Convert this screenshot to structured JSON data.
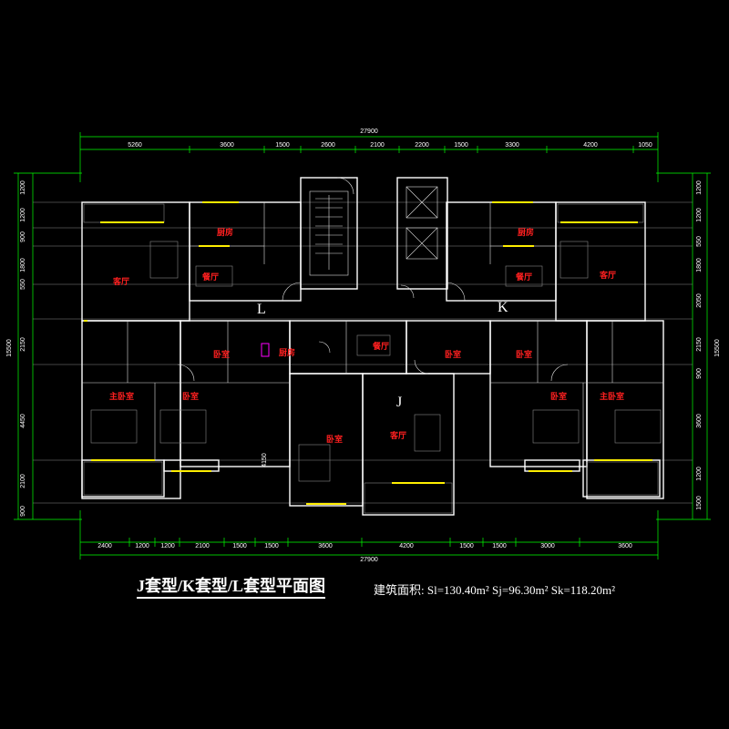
{
  "title": "J套型/K套型/L套型平面图",
  "area_text": "建筑面积:  Sl=130.40m² Sj=96.30m² Sk=118.20m²",
  "top_total": "27900",
  "top_dims": [
    "5260",
    "3600",
    "1500",
    "2600",
    "2100",
    "2200",
    "1500",
    "3300",
    "4200",
    "1050"
  ],
  "bottom_total": "27900",
  "bottom_dims": [
    "2400",
    "1200",
    "1200",
    "2100",
    "1500",
    "1500",
    "3600",
    "4200",
    "1500",
    "1500",
    "3000",
    "3600"
  ],
  "left_total": "15500",
  "left_dims": [
    "1200",
    "1200",
    "900",
    "1800",
    "550",
    "2150",
    "4450",
    "2100",
    "900"
  ],
  "right_total": "15500",
  "right_dims": [
    "1200",
    "1200",
    "550",
    "1800",
    "2050",
    "2150",
    "900",
    "3600",
    "1200",
    "1500"
  ],
  "mid_dim": "4150",
  "units": {
    "l": "L",
    "k": "K",
    "j": "J"
  },
  "rooms": {
    "kitchen_l": "厨房",
    "dining_l": "餐厅",
    "living_l": "客厅",
    "master_l": "主卧室",
    "bed_l1": "卧室",
    "bed_l2": "卧室",
    "kitchen_j": "厨房",
    "dining_j": "餐厅",
    "bed_j1": "卧室",
    "bed_j2": "卧室",
    "living_j": "客厅",
    "kitchen_k": "厨房",
    "dining_k": "餐厅",
    "living_k": "客厅",
    "bed_k1": "卧室",
    "bed_k2": "卧室",
    "master_k": "主卧室"
  },
  "colors": {
    "wall": "#ffffff",
    "glass": "#ffee00",
    "dim_line": "#00ff00",
    "room_label": "#ff2020",
    "background": "#000000"
  }
}
